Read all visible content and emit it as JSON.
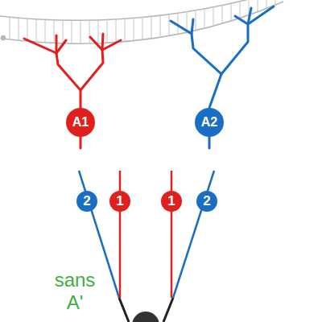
{
  "diagram": {
    "nodes": [
      {
        "text": [
          "A1"
        ]
      },
      {
        "text": [
          "A2"
        ]
      },
      {
        "text": [
          "2"
        ]
      },
      {
        "text": [
          "1"
        ]
      },
      {
        "text": [
          "1"
        ]
      },
      {
        "text": [
          "2"
        ]
      }
    ],
    "labels": [
      "sans A'"
    ]
  }
}
